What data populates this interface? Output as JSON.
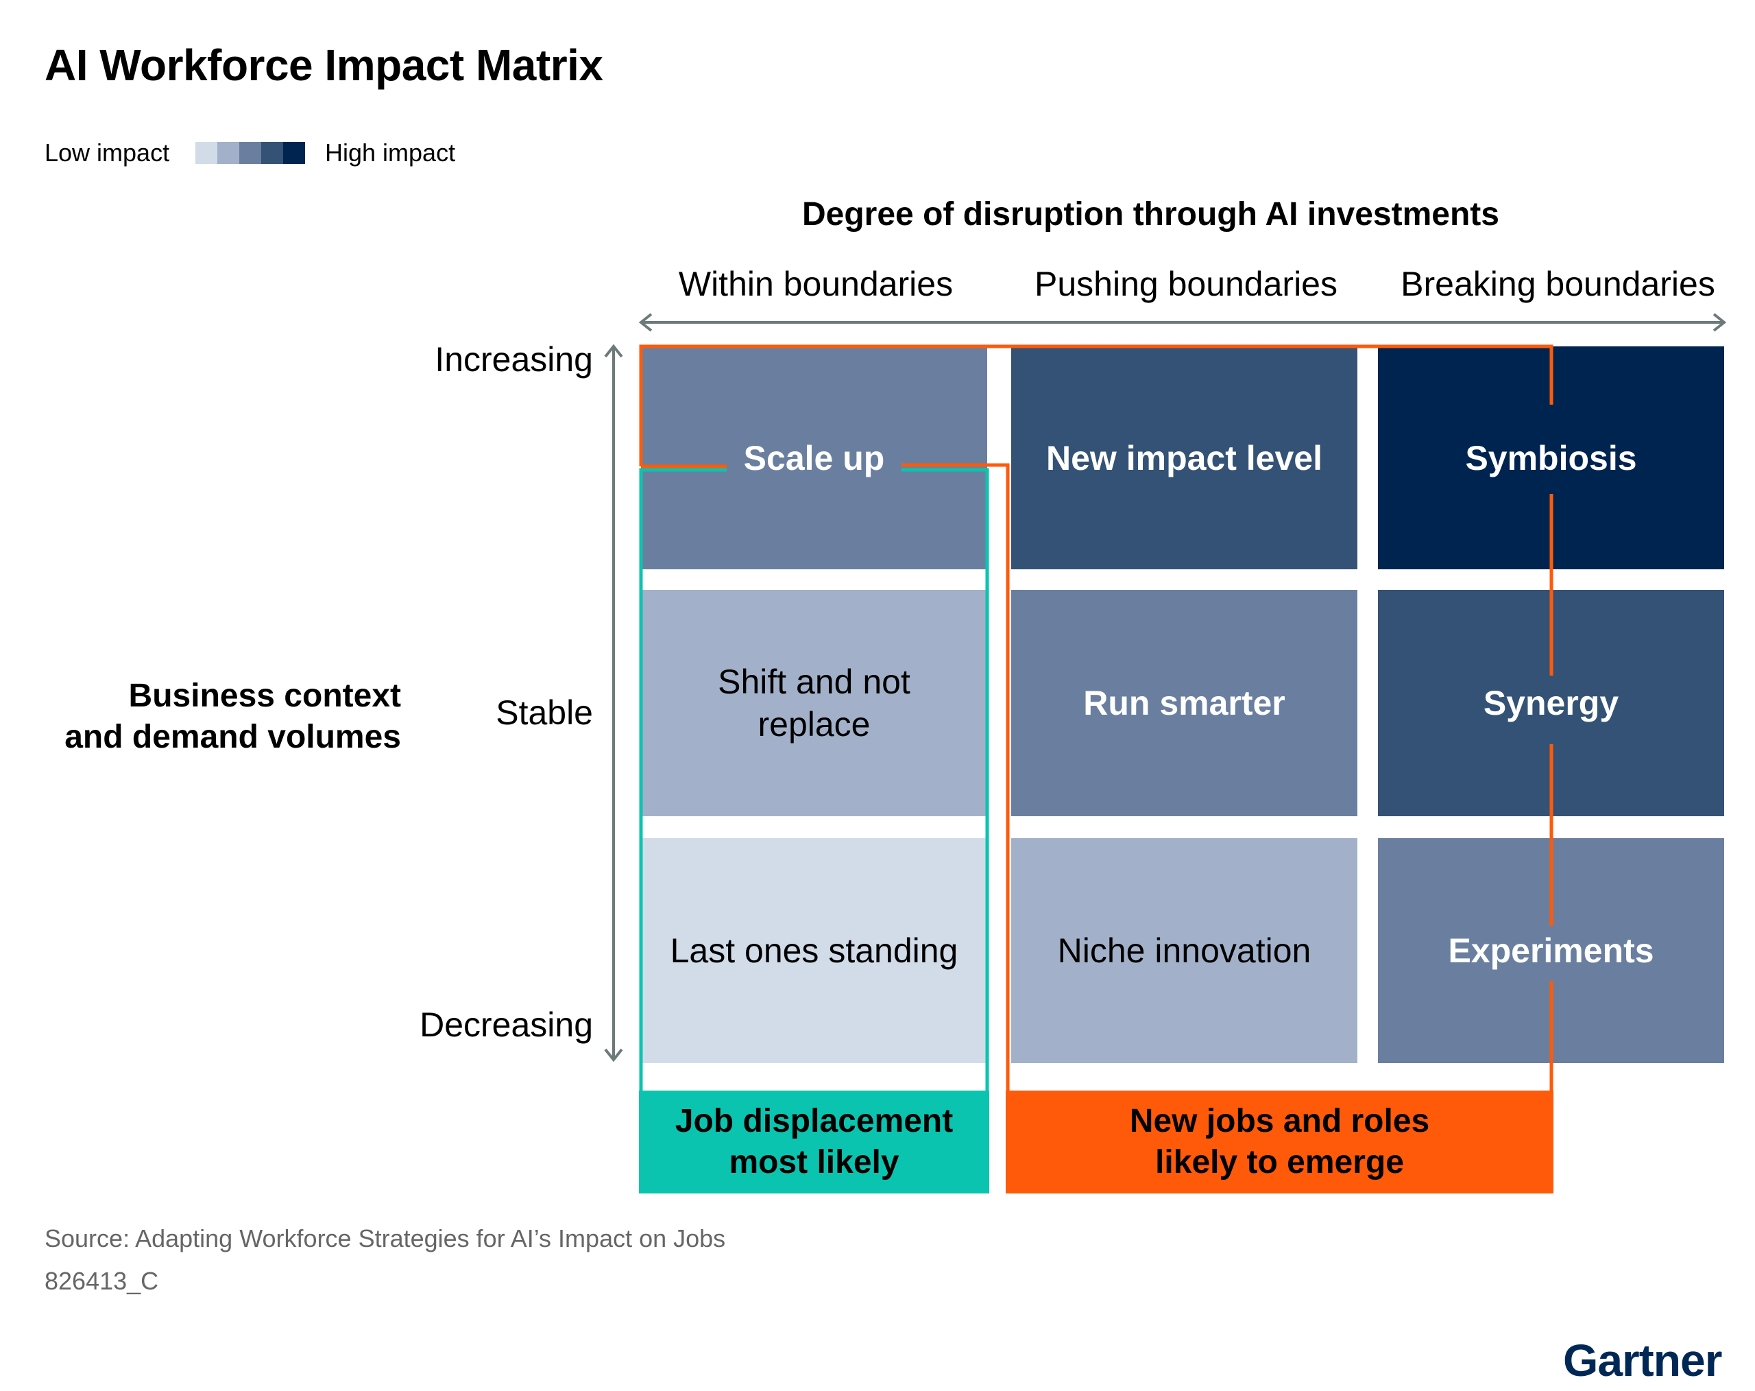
{
  "title": "AI Workforce Impact Matrix",
  "legend": {
    "low_label": "Low impact",
    "high_label": "High impact",
    "colors": [
      "#d1dce8",
      "#a2b1c9",
      "#6a7f9f",
      "#345275",
      "#002450"
    ]
  },
  "x_axis": {
    "title": "Degree of disruption through AI investments",
    "columns": [
      "Within boundaries",
      "Pushing boundaries",
      "Breaking boundaries"
    ]
  },
  "y_axis": {
    "title_line1": "Business context",
    "title_line2": "and demand volumes",
    "levels": [
      "Increasing",
      "Stable",
      "Decreasing"
    ]
  },
  "cells": {
    "r0c0": {
      "label": "Scale up",
      "impact": 3
    },
    "r0c1": {
      "label": "New impact level",
      "impact": 4
    },
    "r0c2": {
      "label": "Symbiosis",
      "impact": 5
    },
    "r1c0": {
      "line1": "Shift and not",
      "line2": "replace",
      "impact": 2
    },
    "r1c1": {
      "label": "Run smarter",
      "impact": 3
    },
    "r1c2": {
      "label": "Synergy",
      "impact": 4
    },
    "r2c0": {
      "label": "Last ones standing",
      "impact": 1
    },
    "r2c1": {
      "label": "Niche innovation",
      "impact": 2
    },
    "r2c2": {
      "label": "Experiments",
      "impact": 3
    }
  },
  "groups": {
    "displacement": {
      "line1": "Job displacement",
      "line2": "most likely",
      "color": "#0ac4b0"
    },
    "emerge": {
      "line1": "New jobs and roles",
      "line2": "likely to emerge",
      "color": "#ff5a0a"
    }
  },
  "source": "Source: Adapting Workforce Strategies for AI’s Impact on Jobs",
  "code": "826413_C",
  "brand": "Gartner"
}
